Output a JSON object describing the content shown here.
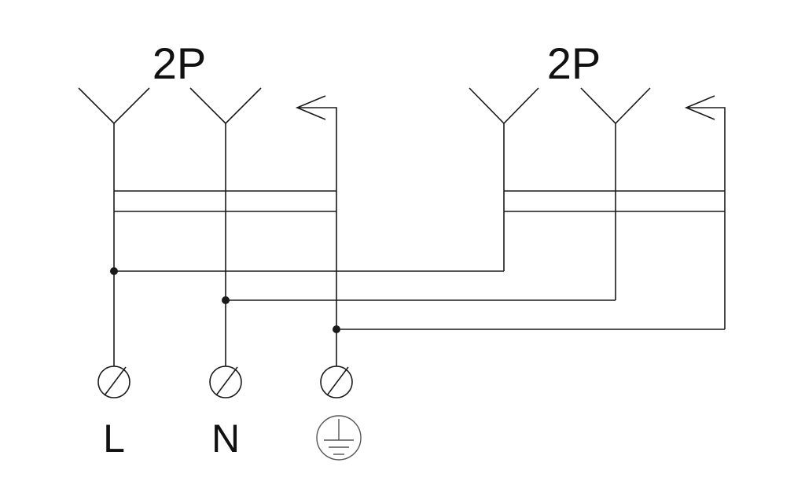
{
  "socket_left": {
    "title": "2P"
  },
  "socket_right": {
    "title": "2P"
  },
  "terminals": {
    "live_label": "L",
    "neutral_label": "N",
    "earth_symbol": "protective-earth-icon"
  },
  "colors": {
    "line": "#1a1a1a",
    "earth_symbol": "#555555",
    "background": "#ffffff"
  }
}
